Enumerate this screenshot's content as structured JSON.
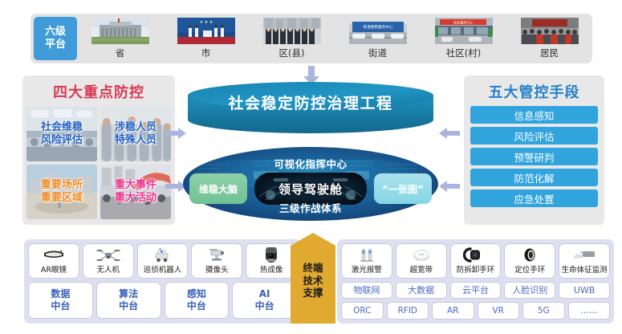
{
  "topbar": {
    "badge_label": "六级\n平台",
    "badge_line1": "六级",
    "badge_line2": "平台",
    "badge_color": "#3f9bd9",
    "levels": [
      {
        "label": "省",
        "icon": "government-building-photo"
      },
      {
        "label": "市",
        "icon": "city-ceremony-photo"
      },
      {
        "label": "区(县)",
        "icon": "officers-group-photo"
      },
      {
        "label": "街道",
        "icon": "street-office-photo"
      },
      {
        "label": "社区(村)",
        "icon": "community-center-photo"
      },
      {
        "label": "居民",
        "icon": "residents-crowd-photo"
      }
    ]
  },
  "left_panel": {
    "title": "四大重点防控",
    "title_color": "#d93953",
    "cells": [
      {
        "line1": "社会维稳",
        "line2": "风险评估",
        "color": "#1f5fc0",
        "bg": "meeting-hall-photo"
      },
      {
        "line1": "涉稳人员",
        "line2": "特殊人员",
        "color": "#1f5fc0",
        "bg": "crowd-people-photo"
      },
      {
        "line1": "重要场所",
        "line2": "重要区域",
        "color": "#f08a22",
        "bg": "plaza-landmark-photo"
      },
      {
        "line1": "重大事件",
        "line2": "重大活动",
        "color": "#ef2f8d",
        "bg": "event-crowd-photo"
      }
    ]
  },
  "right_panel": {
    "title": "五大管控手段",
    "title_color": "#2480c8",
    "item_color": "#31a4dd",
    "items": [
      {
        "label": "信息感知"
      },
      {
        "label": "风险评估"
      },
      {
        "label": "预警研判"
      },
      {
        "label": "防范化解"
      },
      {
        "label": "应急处置"
      }
    ]
  },
  "center": {
    "cylinder_title": "社会稳定防控治理工程",
    "cylinder_color": "#1a87b5",
    "ellipse_top_label": "可视化指挥中心",
    "ellipse_bottom_label": "三级作战体系",
    "pill_left": "维稳大脑",
    "pill_left_color": "#7bc69b",
    "cockpit": "领导驾驶舱",
    "pill_right": "“一张图”",
    "pill_right_color": "#93dae8"
  },
  "banner": {
    "line1": "终端",
    "line2": "技术",
    "line3": "支撑",
    "color": "#e0a930"
  },
  "bottom_left": {
    "devices": [
      {
        "label": "AR眼镜",
        "icon": "ar-glasses-icon"
      },
      {
        "label": "无人机",
        "icon": "drone-icon"
      },
      {
        "label": "巡侦机器人",
        "icon": "patrol-robot-icon"
      },
      {
        "label": "摄像头",
        "icon": "camera-icon"
      },
      {
        "label": "热成像",
        "icon": "thermal-dome-camera-icon"
      }
    ],
    "platforms": [
      {
        "line1": "数据",
        "line2": "中台"
      },
      {
        "line1": "算法",
        "line2": "中台"
      },
      {
        "line1": "感知",
        "line2": "中台"
      },
      {
        "line1": "AI",
        "line2": "中台"
      }
    ]
  },
  "bottom_right": {
    "devices": [
      {
        "label": "激光报警",
        "icon": "laser-alarm-icon"
      },
      {
        "label": "超宽带",
        "icon": "uwb-puck-icon"
      },
      {
        "label": "防拆卸手环",
        "icon": "tamper-proof-band-icon"
      },
      {
        "label": "定位手环",
        "icon": "locator-band-icon"
      },
      {
        "label": "生命体征监测",
        "icon": "vital-signs-monitor-icon"
      }
    ],
    "tech_row1": [
      "物联网",
      "大数据",
      "云平台",
      "人脸识别",
      "UWB"
    ],
    "tech_row2": [
      "ORC",
      "RFID",
      "AR",
      "VR",
      "5G",
      "……"
    ]
  },
  "arrows": {
    "color": "#aab4dd",
    "down_color": "#a8b6dc"
  }
}
